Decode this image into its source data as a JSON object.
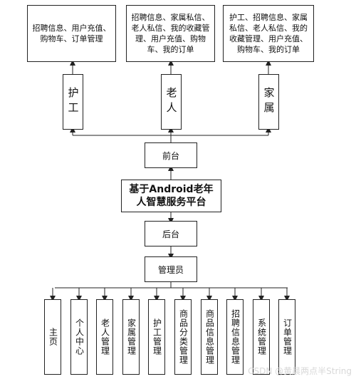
{
  "top_boxes": [
    {
      "text": "招聘信息、用户充值、购物车、订单管理"
    },
    {
      "text": "招聘信息、家属私信、老人私信、我的收藏管理、用户充值、购物车、我的订单"
    },
    {
      "text": "护工、招聘信息、家属私信、老人私信、我的收藏管理、用户充值、购物车、我的订单"
    }
  ],
  "roles": [
    "护工",
    "老人",
    "家属"
  ],
  "frontend": "前台",
  "platform": "基于Android老年人智慧服务平台",
  "backend": "后台",
  "admin": "管理员",
  "modules": [
    "主页",
    "个人中心",
    "老人管理",
    "家属管理",
    "护工管理",
    "商品分类管理",
    "商品信息管理",
    "招聘信息管理",
    "系统管理",
    "订单管理"
  ],
  "watermark": "CSDN @黄晨两点半String"
}
